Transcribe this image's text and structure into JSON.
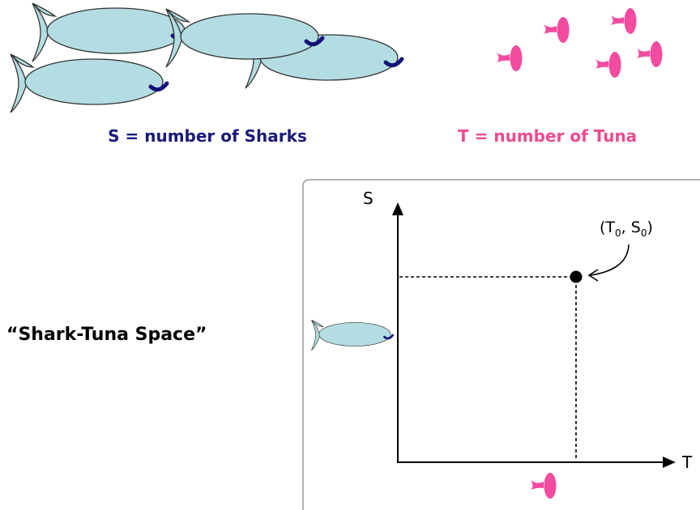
{
  "labels": {
    "sharks": "S = number of Sharks",
    "tuna": "T = number of Tuna",
    "space": "“Shark-Tuna Space”"
  },
  "axes": {
    "y_label": "S",
    "x_label": "T"
  },
  "point": {
    "open": "(T",
    "sub1": "0",
    "mid": ", S",
    "sub2": "0",
    "close": ")"
  },
  "colors": {
    "shark_body": "#b3dde3",
    "shark_mark": "#13137a",
    "tuna": "#f34ba0",
    "shark_text": "#1a1a7a",
    "tuna_text": "#ee4a91"
  },
  "icons": {
    "shark": "shark-icon",
    "tuna": "tuna-icon"
  }
}
